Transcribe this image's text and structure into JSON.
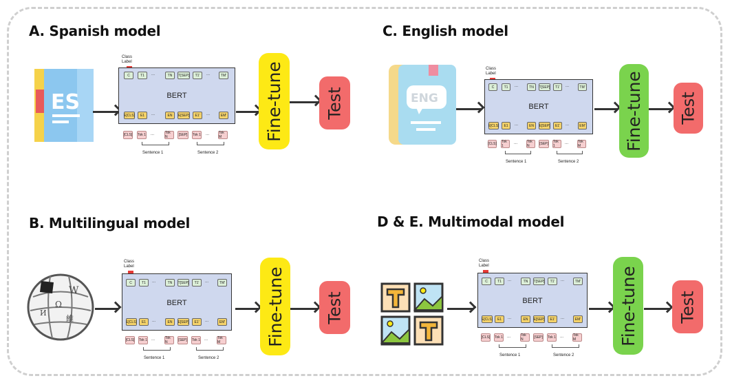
{
  "panels": [
    {
      "id": "a",
      "title": "A. Spanish model",
      "icon": "es-book-icon",
      "icon_text": "ES",
      "ft_color": "#fde915"
    },
    {
      "id": "c",
      "title": "C. English model",
      "icon": "eng-book-icon",
      "icon_text": "ENG",
      "ft_color": "#7ad34d"
    },
    {
      "id": "b",
      "title": "B. Multilingual model",
      "icon": "wikipedia-globe-icon",
      "icon_text": "",
      "ft_color": "#fde915"
    },
    {
      "id": "d",
      "title": "D & E. Multimodal model",
      "icon": "text-image-grid-icon",
      "icon_text": "T",
      "ft_color": "#7ad34d"
    }
  ],
  "bert": {
    "title": "BERT",
    "class_label": "Class Label",
    "out_tokens": [
      "C",
      "T1",
      "...",
      "TN",
      "T[SEP]",
      "T1'",
      "...",
      "TM'"
    ],
    "emb_tokens": [
      "E[CLS]",
      "E1",
      "...",
      "EN",
      "E[SEP]",
      "E1'",
      "...",
      "EM'"
    ],
    "in_tokens": [
      "[CLS]",
      "Tok 1",
      "...",
      "Tok N",
      "[SEP]",
      "Tok 1",
      "...",
      "Tok M"
    ],
    "sentence1": "Sentence 1",
    "sentence2": "Sentence 2"
  },
  "fine_tune": "Fine-tune",
  "test": "Test",
  "colors": {
    "yellow": "#fde915",
    "green": "#7ad34d",
    "test_red": "#f26b6b"
  }
}
